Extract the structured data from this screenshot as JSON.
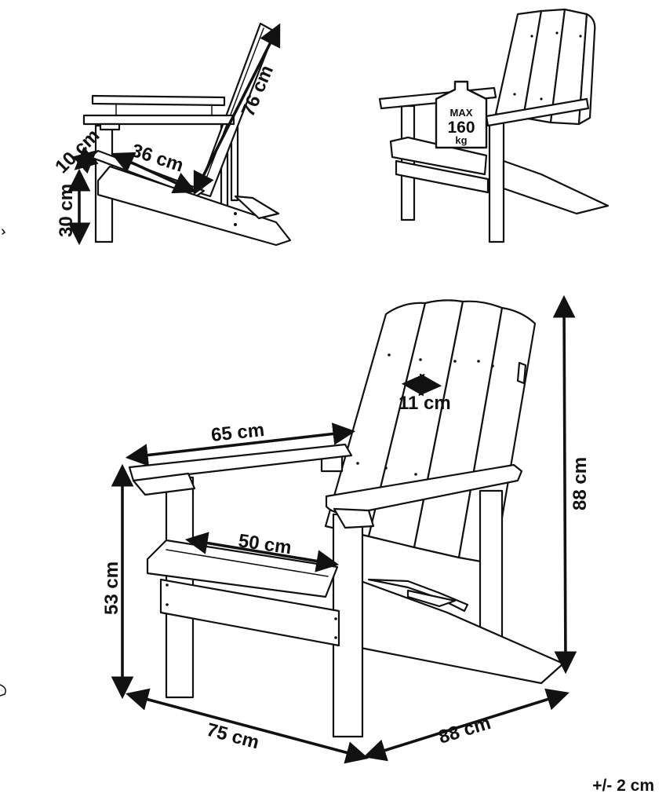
{
  "side_view": {
    "backrest_length": "76 cm",
    "armrest_height": "10 cm",
    "seat_depth": "36 cm",
    "seat_height": "30 cm"
  },
  "load_badge": {
    "line1": "MAX",
    "line2": "160",
    "line3": "kg"
  },
  "main_view": {
    "slat_width": "11 cm",
    "armrest_length": "65 cm",
    "total_height": "88 cm",
    "seat_width": "50 cm",
    "arm_height": "53 cm",
    "width": "75 cm",
    "depth": "88 cm"
  },
  "tolerance": "+/- 2 cm"
}
